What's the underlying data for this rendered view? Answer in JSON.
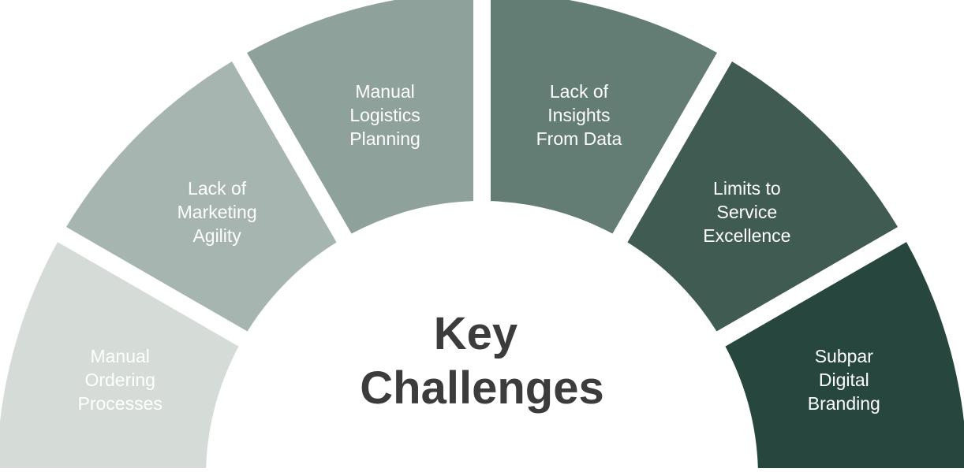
{
  "title_lines": [
    "Key",
    "Challenges"
  ],
  "segments": [
    {
      "lines": [
        "Manual",
        "Ordering",
        "Processes"
      ],
      "color": "#d5dcd8"
    },
    {
      "lines": [
        "Lack of",
        "Marketing",
        "Agility"
      ],
      "color": "#a7b5b0"
    },
    {
      "lines": [
        "Manual",
        "Logistics",
        "Planning"
      ],
      "color": "#8fa19b"
    },
    {
      "lines": [
        "Lack of",
        "Insights",
        "From Data"
      ],
      "color": "#637d74"
    },
    {
      "lines": [
        "Limits to",
        "Service",
        "Excellence"
      ],
      "color": "#3f5b52"
    },
    {
      "lines": [
        "Subpar",
        "Digital",
        "Branding"
      ],
      "color": "#27463d"
    }
  ]
}
